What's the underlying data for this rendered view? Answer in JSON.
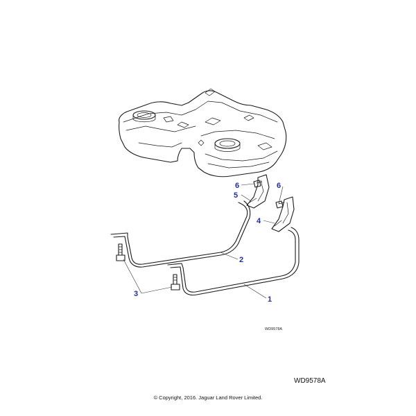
{
  "diagram": {
    "callouts": {
      "c1": "1",
      "c2": "2",
      "c3": "3",
      "c4": "4",
      "c5": "5",
      "c6a": "6",
      "c6b": "6"
    },
    "small_reference": "WD9578A"
  },
  "footer": {
    "reference": "WD9578A",
    "copyright": "© Copyright, 2016. Jaguar Land Rover Limited."
  },
  "colors": {
    "callout_blue": "#1c2fa8",
    "line_art": "#1a1a1a"
  }
}
